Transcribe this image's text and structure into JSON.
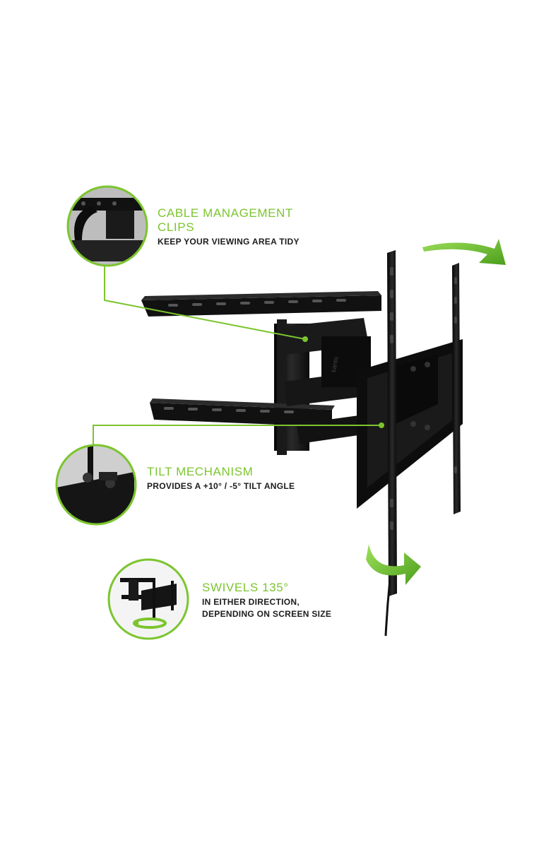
{
  "features": [
    {
      "title": "CABLE MANAGEMENT CLIPS",
      "title_lines": [
        "CABLE MANAGEMENT",
        "CLIPS"
      ],
      "desc_lines": [
        "KEEP YOUR VIEWING AREA TIDY"
      ]
    },
    {
      "title": "TILT MECHANISM",
      "title_lines": [
        "TILT MECHANISM"
      ],
      "desc_lines": [
        "PROVIDES A +10° / -5° TILT ANGLE"
      ]
    },
    {
      "title": "SWIVELS 135°",
      "title_lines": [
        "SWIVELS 135°"
      ],
      "desc_lines": [
        "IN EITHER DIRECTION,",
        "DEPENDING ON SCREEN SIZE"
      ]
    }
  ],
  "brand_mark": "kanto",
  "colors": {
    "accent": "#7cc52f",
    "product": "#111111",
    "text": "#1c1c1c"
  }
}
